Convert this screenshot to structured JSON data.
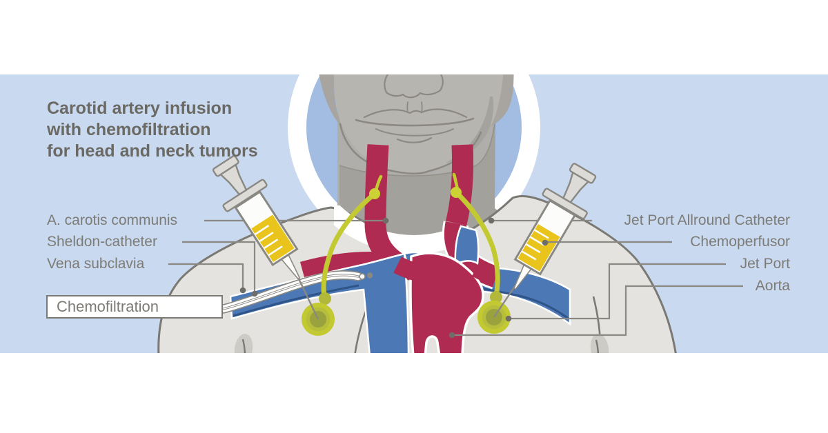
{
  "title": {
    "lines": [
      "Carotid artery infusion",
      "with chemofiltration",
      "for head and neck tumors"
    ]
  },
  "labels_left": [
    {
      "text": "A. carotis communis"
    },
    {
      "text": "Sheldon-catheter"
    },
    {
      "text": "Vena subclavia"
    }
  ],
  "box_label": {
    "text": "Chemofiltration"
  },
  "labels_right": [
    {
      "text": "Jet Port Allround Catheter"
    },
    {
      "text": "Chemoperfusor"
    },
    {
      "text": "Jet Port"
    },
    {
      "text": "Aorta"
    }
  ],
  "palette": {
    "band": "#c9d9f0",
    "halo": "#a3bce1",
    "artery": "#b02b51",
    "vein": "#4c79b6",
    "vein_dark": "#2f5488",
    "green": "#c3ca31",
    "green_bright": "#ccd233",
    "green_dark": "#9aa23e",
    "syringe_yellow": "#e9c41c",
    "leader": "#8a8882",
    "dot": "#6f6d68",
    "label_text": "#7d7b76",
    "title_text": "#6b6963",
    "torso": "#e4e3df",
    "outline": "#7b7974",
    "skin": "#b7b5b0"
  }
}
